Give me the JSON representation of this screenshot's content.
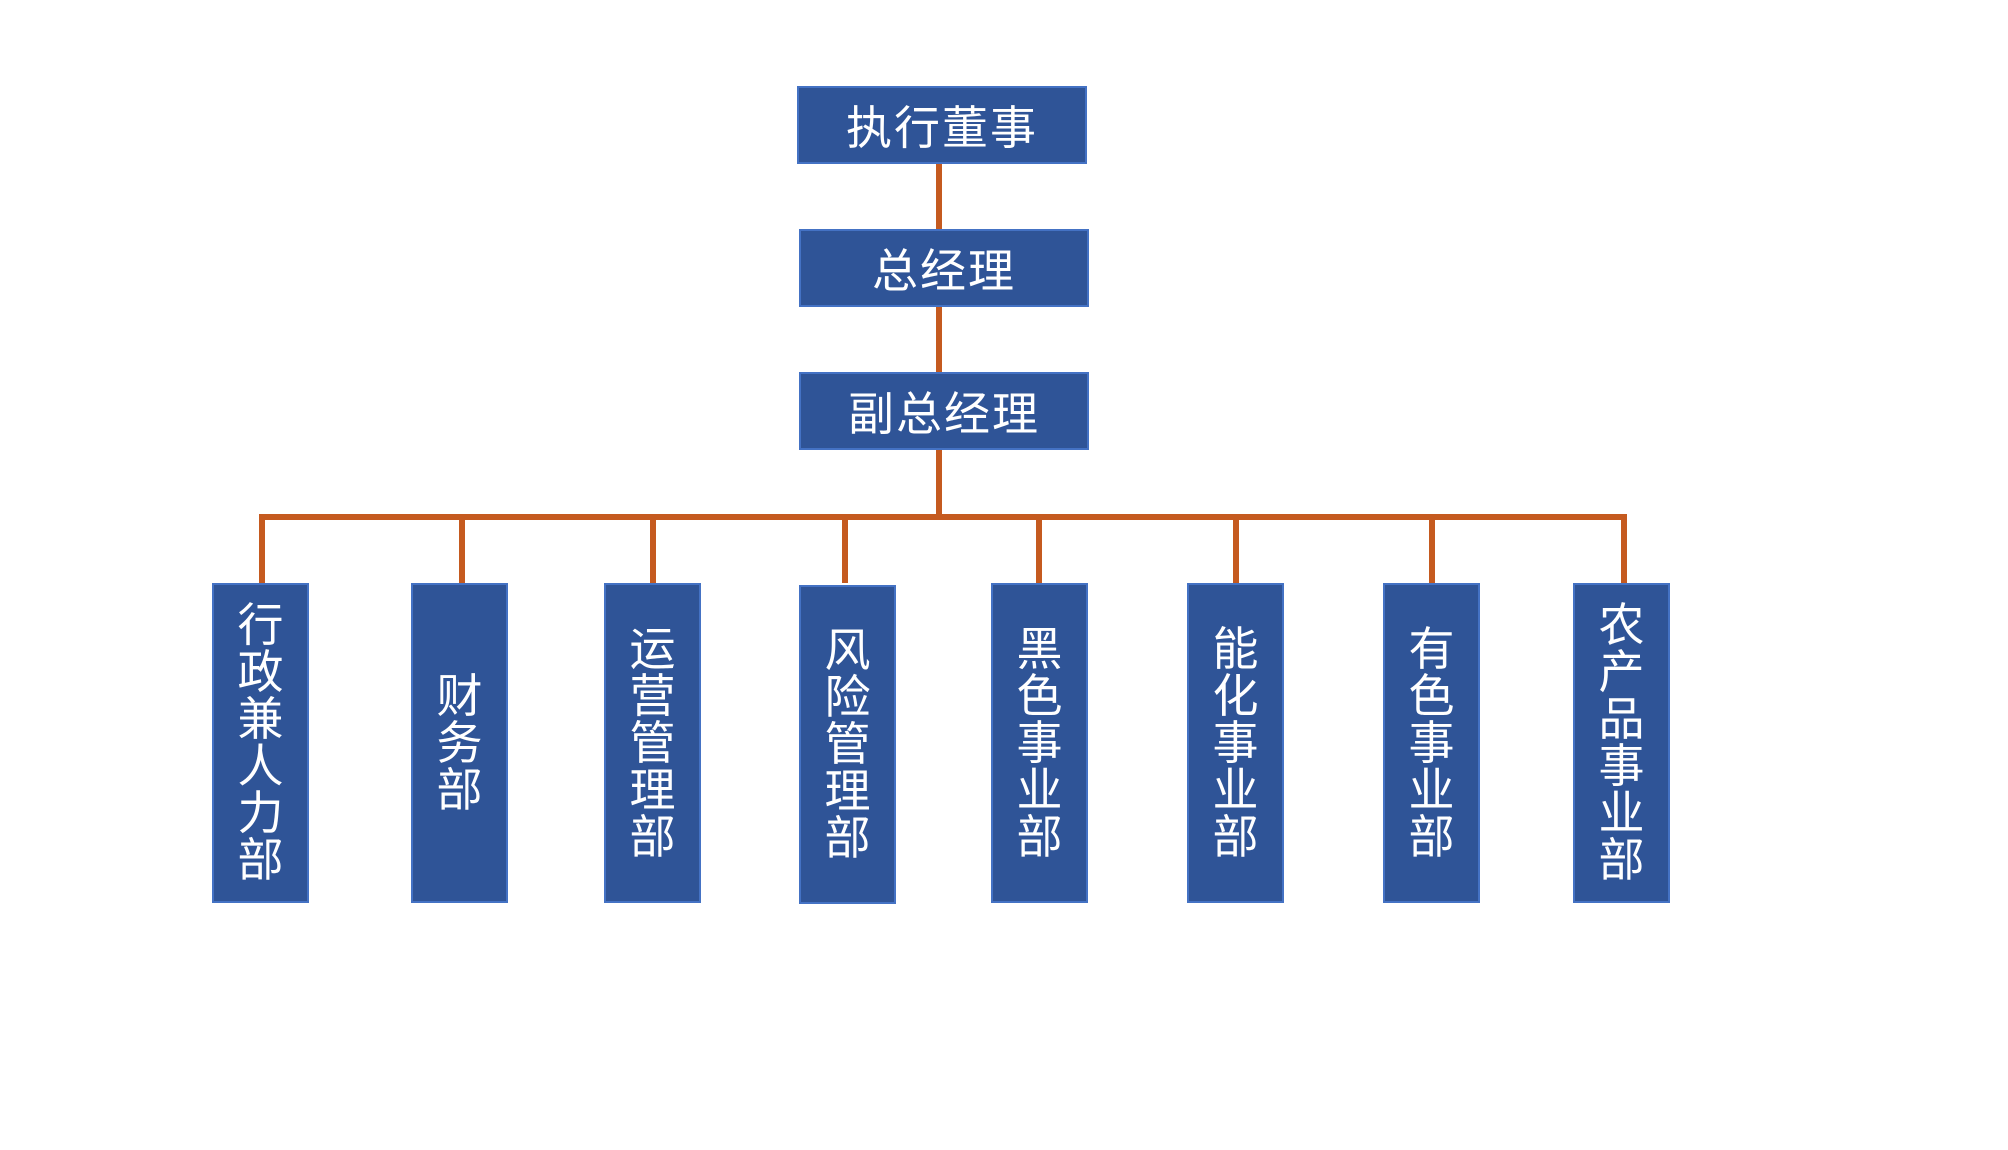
{
  "org_chart": {
    "top": {
      "executive_director": "执行董事",
      "general_manager": "总经理",
      "deputy_general_manager": "副总经理"
    },
    "departments": [
      "行政兼人力部",
      "财务部",
      "运营管理部",
      "风险管理部",
      "黑色事业部",
      "能化事业部",
      "有色事业部",
      "农产品事业部"
    ]
  },
  "colors": {
    "box_fill": "#2f5497",
    "box_border": "#4472c4",
    "connector": "#c55a1f",
    "text": "#ffffff",
    "background": "#ffffff"
  }
}
